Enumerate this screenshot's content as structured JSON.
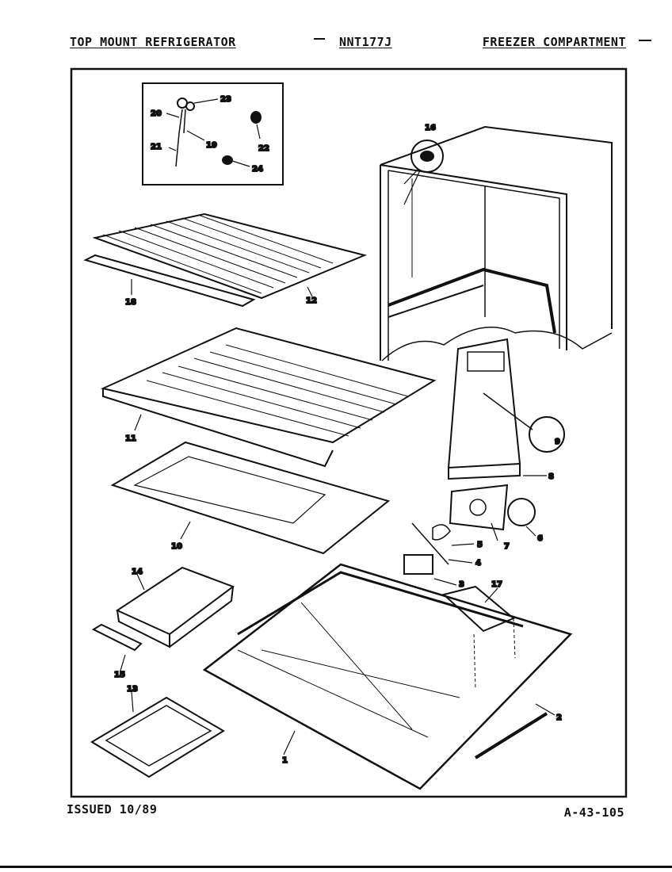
{
  "header": {
    "left_title": "TOP MOUNT REFRIGERATOR",
    "model": "NNT177J",
    "right_title": "FREEZER COMPARTMENT"
  },
  "footer": {
    "issued": "ISSUED 10/89",
    "page_code": "A-43-105"
  },
  "callouts": {
    "c1": "1",
    "c2": "2",
    "c3": "3",
    "c4": "4",
    "c5": "5",
    "c6": "6",
    "c7": "7",
    "c8": "8",
    "c9": "9",
    "c10": "10",
    "c11": "11",
    "c12": "12",
    "c13": "13",
    "c14": "14",
    "c15": "15",
    "c16": "16",
    "c17": "17",
    "c18": "18",
    "c19": "19",
    "c20": "20",
    "c21": "21",
    "c22": "22",
    "c23": "23",
    "c24": "24"
  }
}
